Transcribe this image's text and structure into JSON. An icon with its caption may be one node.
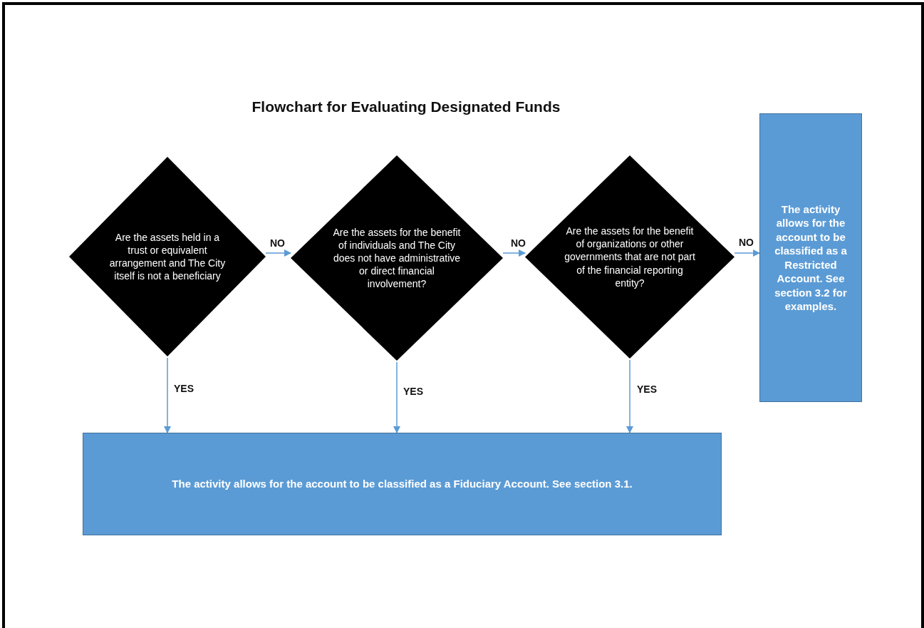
{
  "diagram": {
    "title": "Flowchart for Evaluating Designated Funds",
    "nodes": [
      {
        "text": [
          "Are the assets held in a trust or equivalent arrangement and The City itself is not a beneficiary"
        ]
      },
      {
        "text": [
          "Are the assets for the benefit of individuals and The City does not have administrative or direct financial involvement?"
        ]
      },
      {
        "text": [
          "Are the assets for the benefit of organizations or other governments that are not part of the financial reporting entity?"
        ]
      },
      {
        "text": [
          "The activity allows for the account to be classified as a Restricted Account. See section 3.2 for examples."
        ]
      },
      {
        "text": [
          "The activity allows for the account to be classified as a Fiduciary Account. See section 3.1."
        ]
      }
    ],
    "edges": [
      {
        "from": 0,
        "to": 1,
        "arrow": "to",
        "label": "NO"
      },
      {
        "from": 1,
        "to": 2,
        "arrow": "to",
        "label": "NO"
      },
      {
        "from": 2,
        "to": 3,
        "arrow": "to",
        "label": "NO"
      },
      {
        "from": 0,
        "to": 4,
        "arrow": "to",
        "label": "YES"
      },
      {
        "from": 1,
        "to": 4,
        "arrow": "to",
        "label": "YES"
      },
      {
        "from": 2,
        "to": 4,
        "arrow": "to",
        "label": "YES"
      }
    ]
  }
}
